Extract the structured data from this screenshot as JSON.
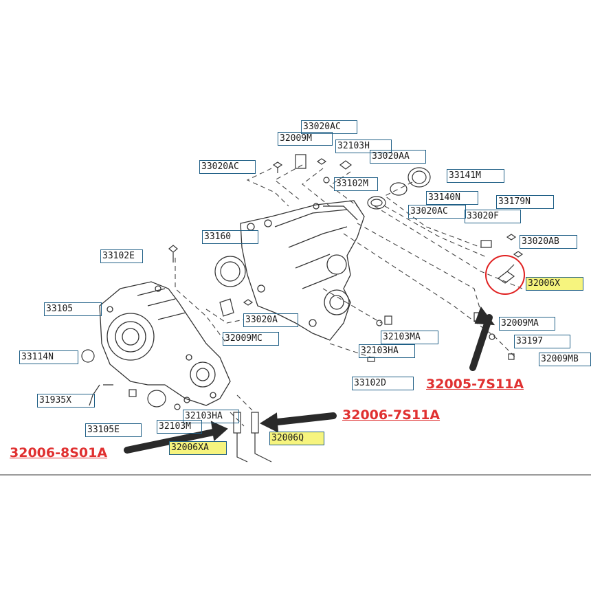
{
  "diagram": {
    "part_labels": [
      {
        "id": "33020AC_top",
        "text": "33020AC"
      },
      {
        "id": "32009M",
        "text": "32009M"
      },
      {
        "id": "32103H",
        "text": "32103H"
      },
      {
        "id": "33020AA",
        "text": "33020AA"
      },
      {
        "id": "33020AC_left",
        "text": "33020AC"
      },
      {
        "id": "33141M",
        "text": "33141M"
      },
      {
        "id": "33102M",
        "text": "33102M"
      },
      {
        "id": "33140N",
        "text": "33140N"
      },
      {
        "id": "33179N",
        "text": "33179N"
      },
      {
        "id": "33020AC_right",
        "text": "33020AC"
      },
      {
        "id": "33020F",
        "text": "33020F"
      },
      {
        "id": "33020AB",
        "text": "33020AB"
      },
      {
        "id": "33160",
        "text": "33160"
      },
      {
        "id": "33102E",
        "text": "33102E"
      },
      {
        "id": "32006X",
        "text": "32006X"
      },
      {
        "id": "33105",
        "text": "33105"
      },
      {
        "id": "32009MA",
        "text": "32009MA"
      },
      {
        "id": "33020A",
        "text": "33020A"
      },
      {
        "id": "32103MA",
        "text": "32103MA"
      },
      {
        "id": "32009MC",
        "text": "32009MC"
      },
      {
        "id": "33197",
        "text": "33197"
      },
      {
        "id": "32103HA_mid",
        "text": "32103HA"
      },
      {
        "id": "33114N",
        "text": "33114N"
      },
      {
        "id": "32009MB",
        "text": "32009MB"
      },
      {
        "id": "33102D",
        "text": "33102D"
      },
      {
        "id": "31935X",
        "text": "31935X"
      },
      {
        "id": "33105E",
        "text": "33105E"
      },
      {
        "id": "32103HA_low",
        "text": "32103HA"
      },
      {
        "id": "32103M",
        "text": "32103M"
      },
      {
        "id": "32006XA",
        "text": "32006XA"
      },
      {
        "id": "32006Q",
        "text": "32006Q"
      }
    ],
    "callouts": [
      {
        "id": "c1",
        "text": "32005-7S11A"
      },
      {
        "id": "c2",
        "text": "32006-7S11A"
      },
      {
        "id": "c3",
        "text": "32006-8S01A"
      }
    ]
  },
  "colors": {
    "label_border": "#1f5f86",
    "highlight": "#f6f47e",
    "callout_text": "#e03030",
    "arrow": "#2a2a2a",
    "circle": "#e02020"
  }
}
